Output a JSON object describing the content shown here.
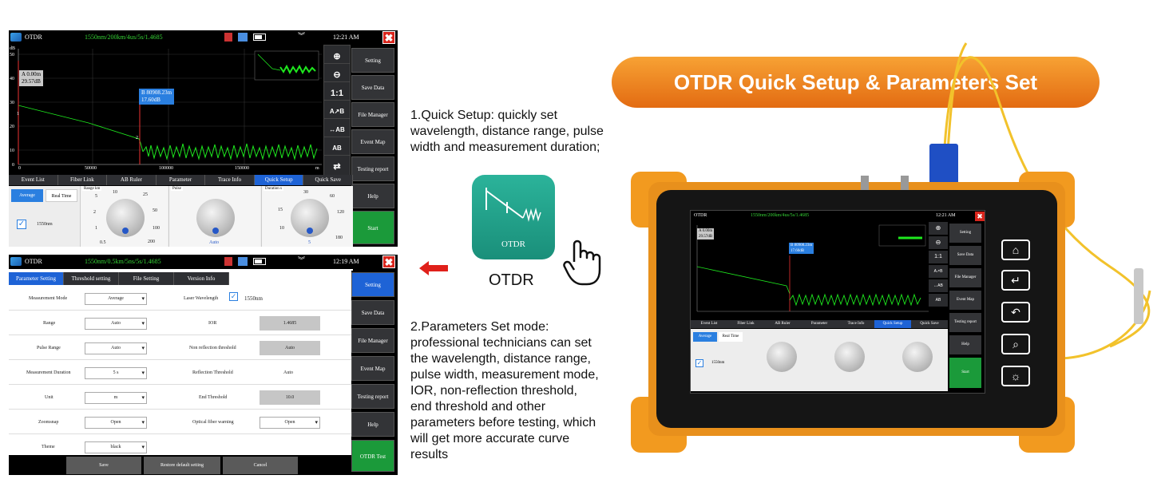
{
  "screen1": {
    "app_title": "OTDR",
    "params": "1550nm/200km/4us/5s/1.4685",
    "time": "12:21 AM",
    "close_label": "✖",
    "y_axis_unit": "dB",
    "y_ticks": [
      "50",
      "40",
      "30",
      "20",
      "10",
      "0"
    ],
    "x_ticks": [
      "0",
      "50000",
      "100000",
      "150000"
    ],
    "x_unit": "m",
    "cursor_a": {
      "line1": "A 0.00m",
      "line2": "29.57dB"
    },
    "cursor_b": {
      "line1": "B  80908.23m",
      "line2": "17.60dB"
    },
    "marker_1": "1",
    "marker_2": "2",
    "tools": [
      "⊕",
      "⊖",
      "1:1",
      "A↗B",
      "↔AB",
      "AB",
      "⇄"
    ],
    "side_buttons": [
      "Setting",
      "Save Data",
      "File Manager",
      "Event Map",
      "Testing report",
      "Help",
      "Start"
    ],
    "tabs": [
      "Event List",
      "Fiber Link",
      "AB Ruler",
      "Parameter",
      "Trace Info",
      "Quick Setup",
      "Quick Save"
    ],
    "active_tab": "Quick Setup",
    "mode_buttons": [
      "Average",
      "Real Time"
    ],
    "wavelength": "1550nm",
    "range_label": "Range km",
    "range_scale": [
      "10",
      "25",
      "5",
      "50",
      "2",
      "100",
      "1",
      "0.5",
      "200"
    ],
    "range_value": "",
    "pulse_label": "Pulse",
    "pulse_value": "Auto",
    "duration_label": "Duration s",
    "duration_scale": [
      "30",
      "15",
      "60",
      "10",
      "120",
      "5",
      "180"
    ],
    "duration_value": "5"
  },
  "screen2": {
    "app_title": "OTDR",
    "params": "1550nm/0.5km/5ns/5s/1.4685",
    "time": "12:19 AM",
    "tabs": [
      "Parameter Setting",
      "Threshold setting",
      "File Setting",
      "Version Info"
    ],
    "rows": [
      {
        "label": "Measurement Mode",
        "value": "Average",
        "label2": "Laser Wavelength",
        "value2": "1550nm"
      },
      {
        "label": "Range",
        "value": "Auto",
        "label2": "IOR",
        "value2": "1.4685"
      },
      {
        "label": "Pulse Range",
        "value": "Auto",
        "label2": "Non reflection threshold",
        "value2": "Auto"
      },
      {
        "label": "Measurement Duration",
        "value": "5 s",
        "label2": "Reflection Threshold",
        "value2": "Auto"
      },
      {
        "label": "Unit",
        "value": "m",
        "label2": "End Threshold",
        "value2": "10.0"
      },
      {
        "label": "Zoomsnap",
        "value": "Open",
        "label2": "Optical fiber warning",
        "value2": "Open"
      },
      {
        "label": "Theme",
        "value": "black",
        "label2": "",
        "value2": ""
      }
    ],
    "bottom_buttons": [
      "Save",
      "Restore default setting",
      "Cancel"
    ],
    "side_buttons": [
      "Setting",
      "Save Data",
      "File Manager",
      "Event Map",
      "Testing report",
      "Help",
      "OTDR Test"
    ]
  },
  "app_icon_label": "OTDR",
  "app_name": "OTDR",
  "banner": "OTDR Quick Setup & Parameters Set",
  "desc1": [
    "1.Quick Setup: quickly set",
    "wavelength, distance range, pulse",
    "width and measurement duration;"
  ],
  "desc2": [
    "2.Parameters Set mode:",
    "professional technicians can set",
    "the wavelength, distance range,",
    "pulse width, measurement mode,",
    "IOR, non-reflection threshold,",
    "end threshold and other",
    "parameters before testing, which",
    "will get more accurate curve",
    "results"
  ],
  "device": {
    "params": "1550nm/200km/4us/5s/1.4685",
    "time": "12:21 AM",
    "side_buttons": [
      "Setting",
      "Save Data",
      "File Manager",
      "Event Map",
      "Testing report",
      "Help",
      "Start"
    ],
    "tabs": [
      "Event List",
      "Fiber Link",
      "AB Ruler",
      "Parameter",
      "Trace Info",
      "Quick Setup",
      "Quick Save"
    ],
    "hard_buttons": [
      "home-icon",
      "enter-icon",
      "back-icon",
      "zoom-icon",
      "brightness-icon"
    ]
  },
  "colors": {
    "accent": "#1e63d6",
    "trace": "#1ee81e",
    "orange": "#f29a1f",
    "close": "#d9251c"
  }
}
